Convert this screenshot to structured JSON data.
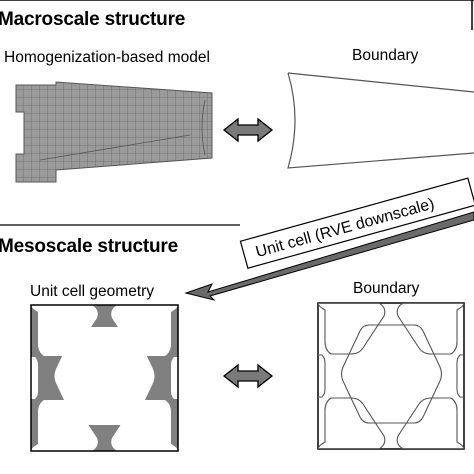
{
  "macro": {
    "title": "Macroscale structure",
    "left_label": "Homogenization-based model",
    "right_label": "Boundary"
  },
  "meso": {
    "title": "Mesoscale structure",
    "left_label": "Unit cell geometry",
    "right_label": "Boundary"
  },
  "transfer": {
    "label": "Unit cell (RVE downscale)"
  },
  "colors": {
    "mesh_fill": "#9a9a9a",
    "mesh_line": "#6a6a6a",
    "cell_fill": "#808080",
    "arrow_fill": "#7a7a7a",
    "outline": "#555555"
  },
  "icons": {
    "exchange_arrow": "left-right-double-arrow",
    "downscale_arrow": "diagonal-arrow"
  }
}
